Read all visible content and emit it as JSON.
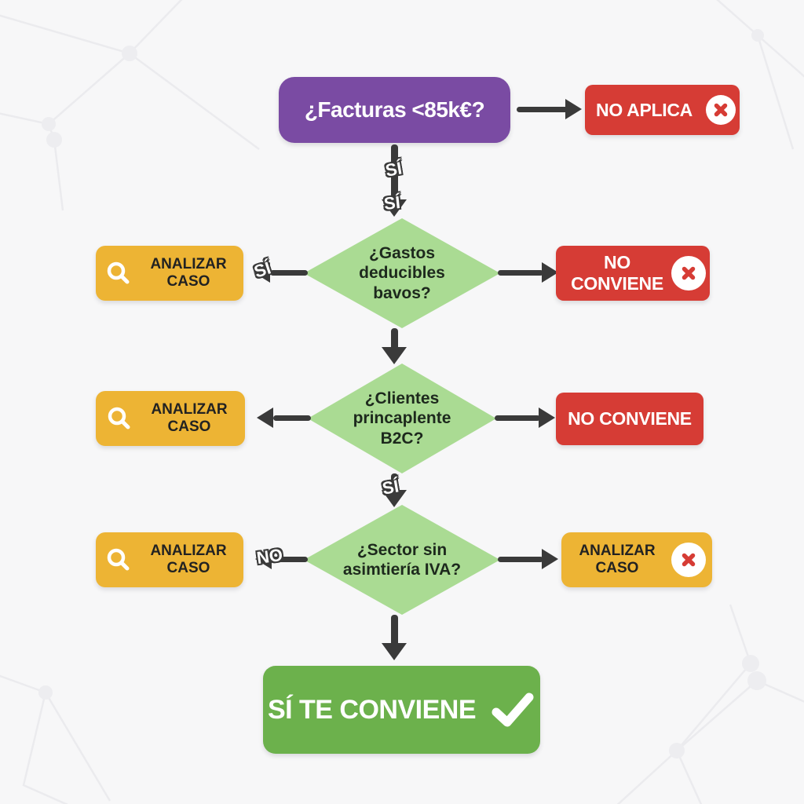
{
  "palette": {
    "background": "#f7f7f8",
    "purple": "#7a4ba3",
    "red": "#d63c35",
    "yellow": "#edb434",
    "diamond_green": "#aadb93",
    "success_green": "#6cb14c",
    "arrow_dark": "#3a3a3a",
    "network_line": "#ebebee"
  },
  "nodes": {
    "start": {
      "label": "¿Facturas <85k€?"
    },
    "no_aplica": {
      "label": "NO APLICA",
      "icon": "x-circle-icon"
    },
    "decision1": {
      "label": "¿Gastos deducibles bavos?"
    },
    "decision2": {
      "label": "¿Clientes princaplente B2C?"
    },
    "decision3": {
      "label": "¿Sector sin asimtiería IVA?"
    },
    "analizar_row1": {
      "label": "ANALIZAR CASO",
      "icon": "magnifier-icon"
    },
    "no_conviene_row1": {
      "label": "NO CONVIENE",
      "icon": "x-circle-icon"
    },
    "analizar_row2": {
      "label": "ANALIZAR CASO",
      "icon": "magnifier-icon"
    },
    "no_conviene_row2": {
      "label": "NO CONVIENE"
    },
    "analizar_row3": {
      "label": "ANALIZAR CASO",
      "icon": "magnifier-icon"
    },
    "analizar_row3_right": {
      "label": "ANALIZAR CASO",
      "icon": "x-circle-icon"
    },
    "final": {
      "label": "SÍ TE CONVIENE",
      "icon": "check-icon"
    }
  },
  "edge_labels": {
    "start_down_first": "SÍ",
    "start_down_second": "SÍ",
    "decision1_left": "SÍ",
    "decision2_down": "SÍ",
    "decision3_left": "NO"
  }
}
